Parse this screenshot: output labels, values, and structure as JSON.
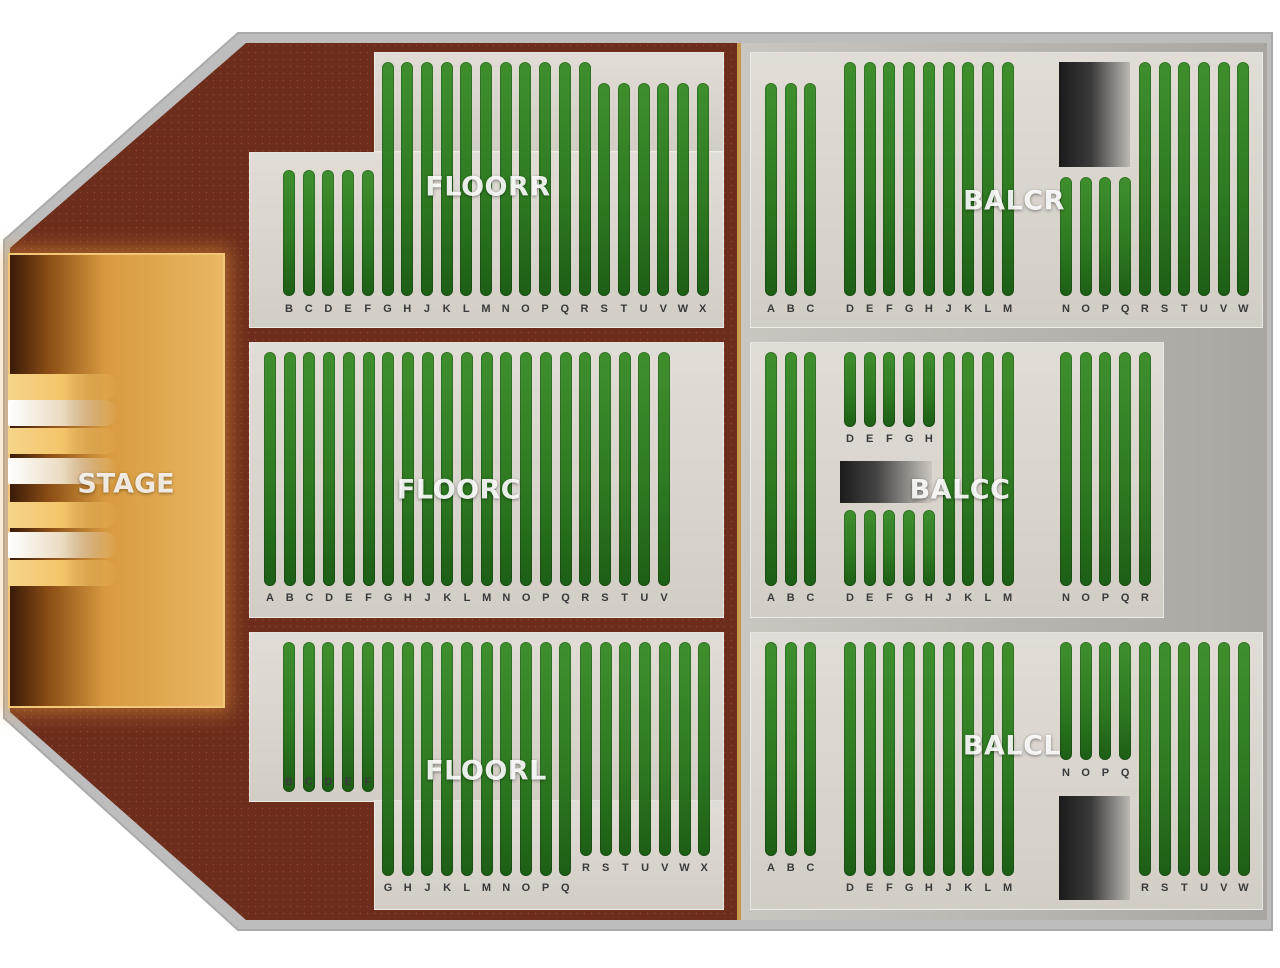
{
  "colors": {
    "outline": "#b9b9b9",
    "floor": "#6a2b1b",
    "balcony": "#bfbcb6",
    "seat": "#2f7a22",
    "stage": "#e3ad58"
  },
  "stage": {
    "label": "STAGE"
  },
  "sections": [
    {
      "id": "floorr",
      "label": "FLOORR",
      "rows": [
        "B",
        "C",
        "D",
        "E",
        "F",
        "G",
        "H",
        "J",
        "K",
        "L",
        "M",
        "N",
        "O",
        "P",
        "Q",
        "R",
        "S",
        "T",
        "U",
        "V",
        "W",
        "X"
      ]
    },
    {
      "id": "floorc",
      "label": "FLOORC",
      "rows": [
        "A",
        "B",
        "C",
        "D",
        "E",
        "F",
        "G",
        "H",
        "J",
        "K",
        "L",
        "M",
        "N",
        "O",
        "P",
        "Q",
        "R",
        "S",
        "T",
        "U",
        "V"
      ]
    },
    {
      "id": "floorl",
      "label": "FLOORL",
      "rows_front": [
        "B",
        "C",
        "D",
        "E",
        "F"
      ],
      "rows_back_left": [
        "G",
        "H",
        "J",
        "K",
        "L",
        "M",
        "N",
        "O",
        "P",
        "Q"
      ],
      "rows_back_right": [
        "R",
        "S",
        "T",
        "U",
        "V",
        "W",
        "X"
      ]
    },
    {
      "id": "balcr",
      "label": "BALCR",
      "rows": [
        "A",
        "B",
        "C",
        "D",
        "E",
        "F",
        "G",
        "H",
        "J",
        "K",
        "L",
        "M",
        "N",
        "O",
        "P",
        "Q",
        "R",
        "S",
        "T",
        "U",
        "V",
        "W"
      ]
    },
    {
      "id": "balcc",
      "label": "BALCC",
      "rows_left": [
        "A",
        "B",
        "C"
      ],
      "rows_mid_upper": [
        "D",
        "E",
        "F",
        "G",
        "H"
      ],
      "rows_mid_lower": [
        "D",
        "E",
        "F",
        "G",
        "H",
        "J",
        "K",
        "L",
        "M"
      ],
      "rows_right": [
        "N",
        "O",
        "P",
        "Q",
        "R"
      ]
    },
    {
      "id": "balcl",
      "label": "BALCL",
      "rows_left": [
        "A",
        "B",
        "C"
      ],
      "rows_mid": [
        "D",
        "E",
        "F",
        "G",
        "H",
        "J",
        "K",
        "L",
        "M"
      ],
      "rows_right_upper": [
        "N",
        "O",
        "P",
        "Q"
      ],
      "rows_right_lower": [
        "R",
        "S",
        "T",
        "U",
        "V",
        "W"
      ]
    }
  ]
}
